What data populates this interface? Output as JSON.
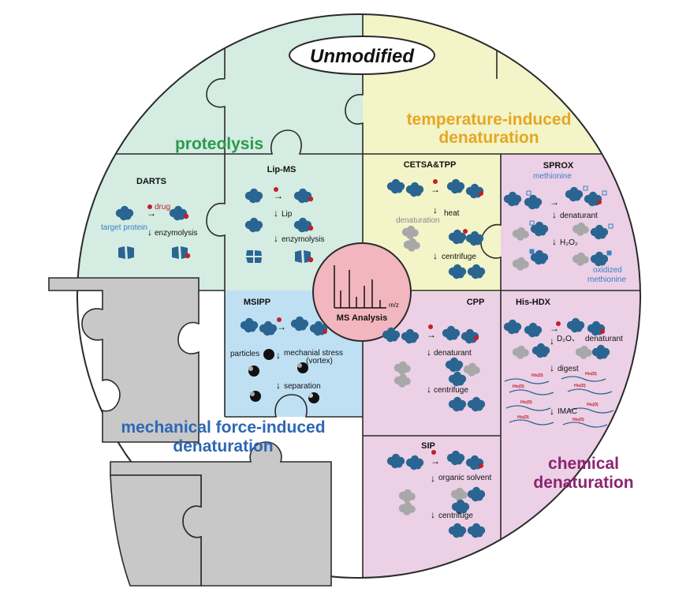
{
  "header": {
    "title": "Unmodified"
  },
  "categories": {
    "proteolysis": "proteolysis",
    "temperature_line1": "temperature-induced",
    "temperature_line2": "denaturation",
    "mechanical_line1": "mechanical force-induced",
    "mechanical_line2": "denaturation",
    "chemical_line1": "chemical",
    "chemical_line2": "denaturation"
  },
  "center": {
    "label": "MS Analysis",
    "axis": "m/z"
  },
  "methods": {
    "darts": {
      "title": "DARTS",
      "drug": "drug",
      "target": "target protein",
      "step1": "enzymolysis"
    },
    "lipms": {
      "title": "Lip-MS",
      "step1": "Lip",
      "step2": "enzymolysis"
    },
    "cetsa": {
      "title": "CETSA&TPP",
      "heat": "heat",
      "denaturation": "denaturation",
      "centrifuge": "centrifuge"
    },
    "sprox": {
      "title": "SPROX",
      "methionine": "methionine",
      "denaturant": "denaturant",
      "h2o2": "H₂O₂",
      "oxidized1": "oxidized",
      "oxidized2": "methionine"
    },
    "msipp": {
      "title": "MSIPP",
      "particles": "particles",
      "stress1": "mechanial stress",
      "stress2": "(vortex)",
      "separation": "separation"
    },
    "cpp": {
      "title": "CPP",
      "denaturant": "denaturant",
      "centrifuge": "centrifuge"
    },
    "hishdx": {
      "title": "His-HDX",
      "d2o": "D₂O、",
      "denaturant": "denaturant",
      "digest": "digest",
      "imac": "IMAC",
      "tag": "His(D)"
    },
    "sip": {
      "title": "SIP",
      "solvent": "organic solvent",
      "centrifuge": "centrifuge"
    }
  },
  "colors": {
    "green_bg": "#d4ece2",
    "yellow_bg": "#f3f4c8",
    "pink_bg": "#ecd0e6",
    "blue_bg": "#bfe0f3",
    "white_bg": "#ffffff",
    "gray_piece": "#c8c8c8",
    "protein": "#2a6592",
    "denatured": "#a8a8a8",
    "ligand": "#c0202a",
    "proteolysis": "#2a9a4a",
    "temperature": "#e6a623",
    "mechanical": "#2d67b4",
    "chemical": "#8a2570"
  }
}
